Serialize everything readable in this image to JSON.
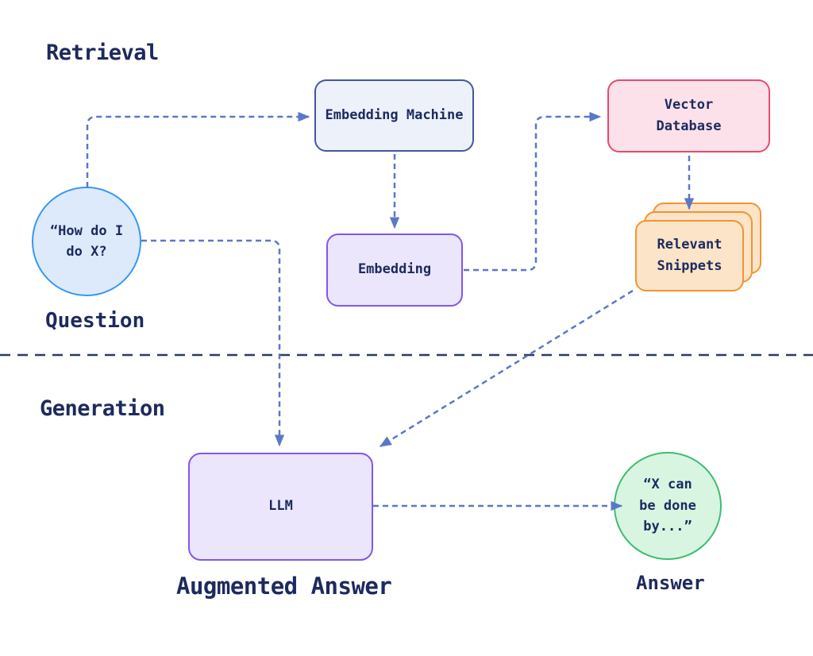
{
  "diagram": {
    "sections": {
      "retrieval": "Retrieval",
      "generation": "Generation"
    },
    "nodes": {
      "question": {
        "text": "“How do I\ndo X?",
        "caption": "Question"
      },
      "embedding_machine": {
        "text": "Embedding Machine"
      },
      "vector_database": {
        "text": "Vector\nDatabase"
      },
      "embedding": {
        "text": "Embedding"
      },
      "relevant_snippets": {
        "text": "Relevant\nSnippets"
      },
      "llm": {
        "text": "LLM",
        "caption": "Augmented Answer"
      },
      "answer": {
        "text": "“X can\nbe done\nby...”",
        "caption": "Answer"
      }
    },
    "colors": {
      "text_navy": "#1d2a5e",
      "connector_blue": "#5c77c9",
      "divider_navy": "#2c3a64",
      "question_border": "#3898f3",
      "question_fill": "#ddeafc",
      "embedding_machine_border": "#44589f",
      "embedding_machine_fill": "#edf1fa",
      "vector_database_border": "#e84a6f",
      "vector_database_fill": "#fce1ea",
      "llm_border": "#8355ef",
      "llm_fill": "#ebe6fb",
      "snippets_border": "#f29433",
      "snippets_fill": "#fbe4c8",
      "answer_border": "#3dbd72",
      "answer_fill": "#d8f5e1"
    }
  }
}
